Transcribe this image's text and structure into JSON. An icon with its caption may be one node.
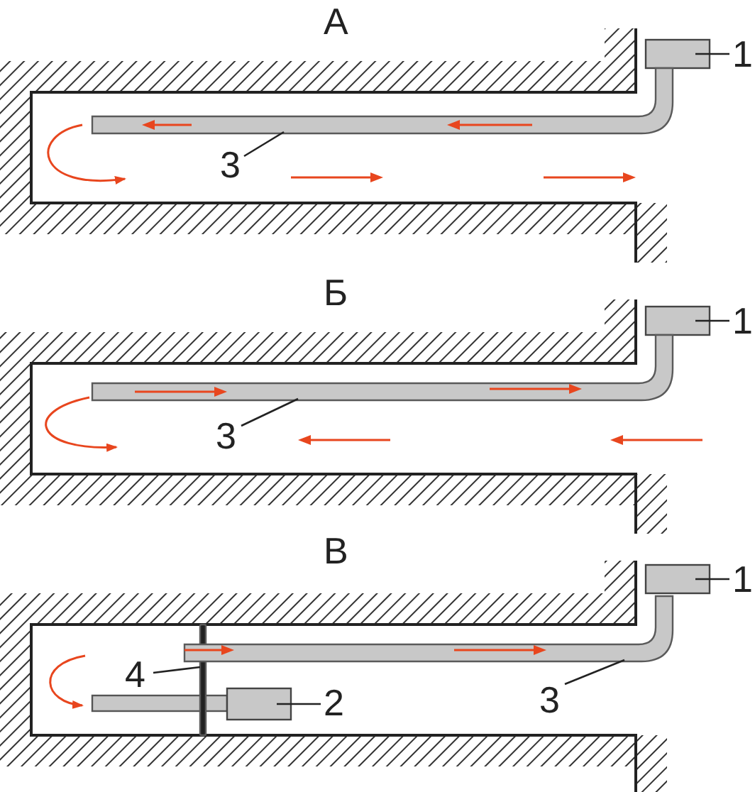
{
  "diagram": {
    "nodes": [
      {
        "text": [
          "1"
        ]
      },
      {
        "text": [],
        "shape": "box"
      },
      {
        "text": [
          "3"
        ]
      },
      {
        "text": [],
        "shape": "bar"
      },
      {
        "text": [
          "1"
        ]
      },
      {
        "text": [],
        "shape": "box"
      },
      {
        "text": [
          "3"
        ]
      },
      {
        "text": [],
        "shape": "bar"
      },
      {
        "text": [
          "1"
        ]
      },
      {
        "text": [],
        "shape": "box"
      },
      {
        "text": [
          "4"
        ]
      },
      {
        "text": [],
        "shape": "bar"
      },
      {
        "text": [
          "2"
        ]
      },
      {
        "text": [],
        "shape": "box"
      },
      {
        "text": [
          "3"
        ]
      },
      {
        "text": [],
        "shape": "bar"
      }
    ],
    "edges": [
      {
        "from": 0,
        "to": 1,
        "arrow": "none"
      },
      {
        "from": 2,
        "to": 3,
        "arrow": "none"
      },
      {
        "from": 4,
        "to": 5,
        "arrow": "none"
      },
      {
        "from": 6,
        "to": 7,
        "arrow": "none"
      },
      {
        "from": 8,
        "to": 9,
        "arrow": "none"
      },
      {
        "from": 10,
        "to": 11,
        "arrow": "none"
      },
      {
        "from": 12,
        "to": 13,
        "arrow": "none"
      },
      {
        "from": 14,
        "to": 15,
        "arrow": "none"
      }
    ],
    "labels": [
      "А",
      "Б",
      "В"
    ]
  }
}
